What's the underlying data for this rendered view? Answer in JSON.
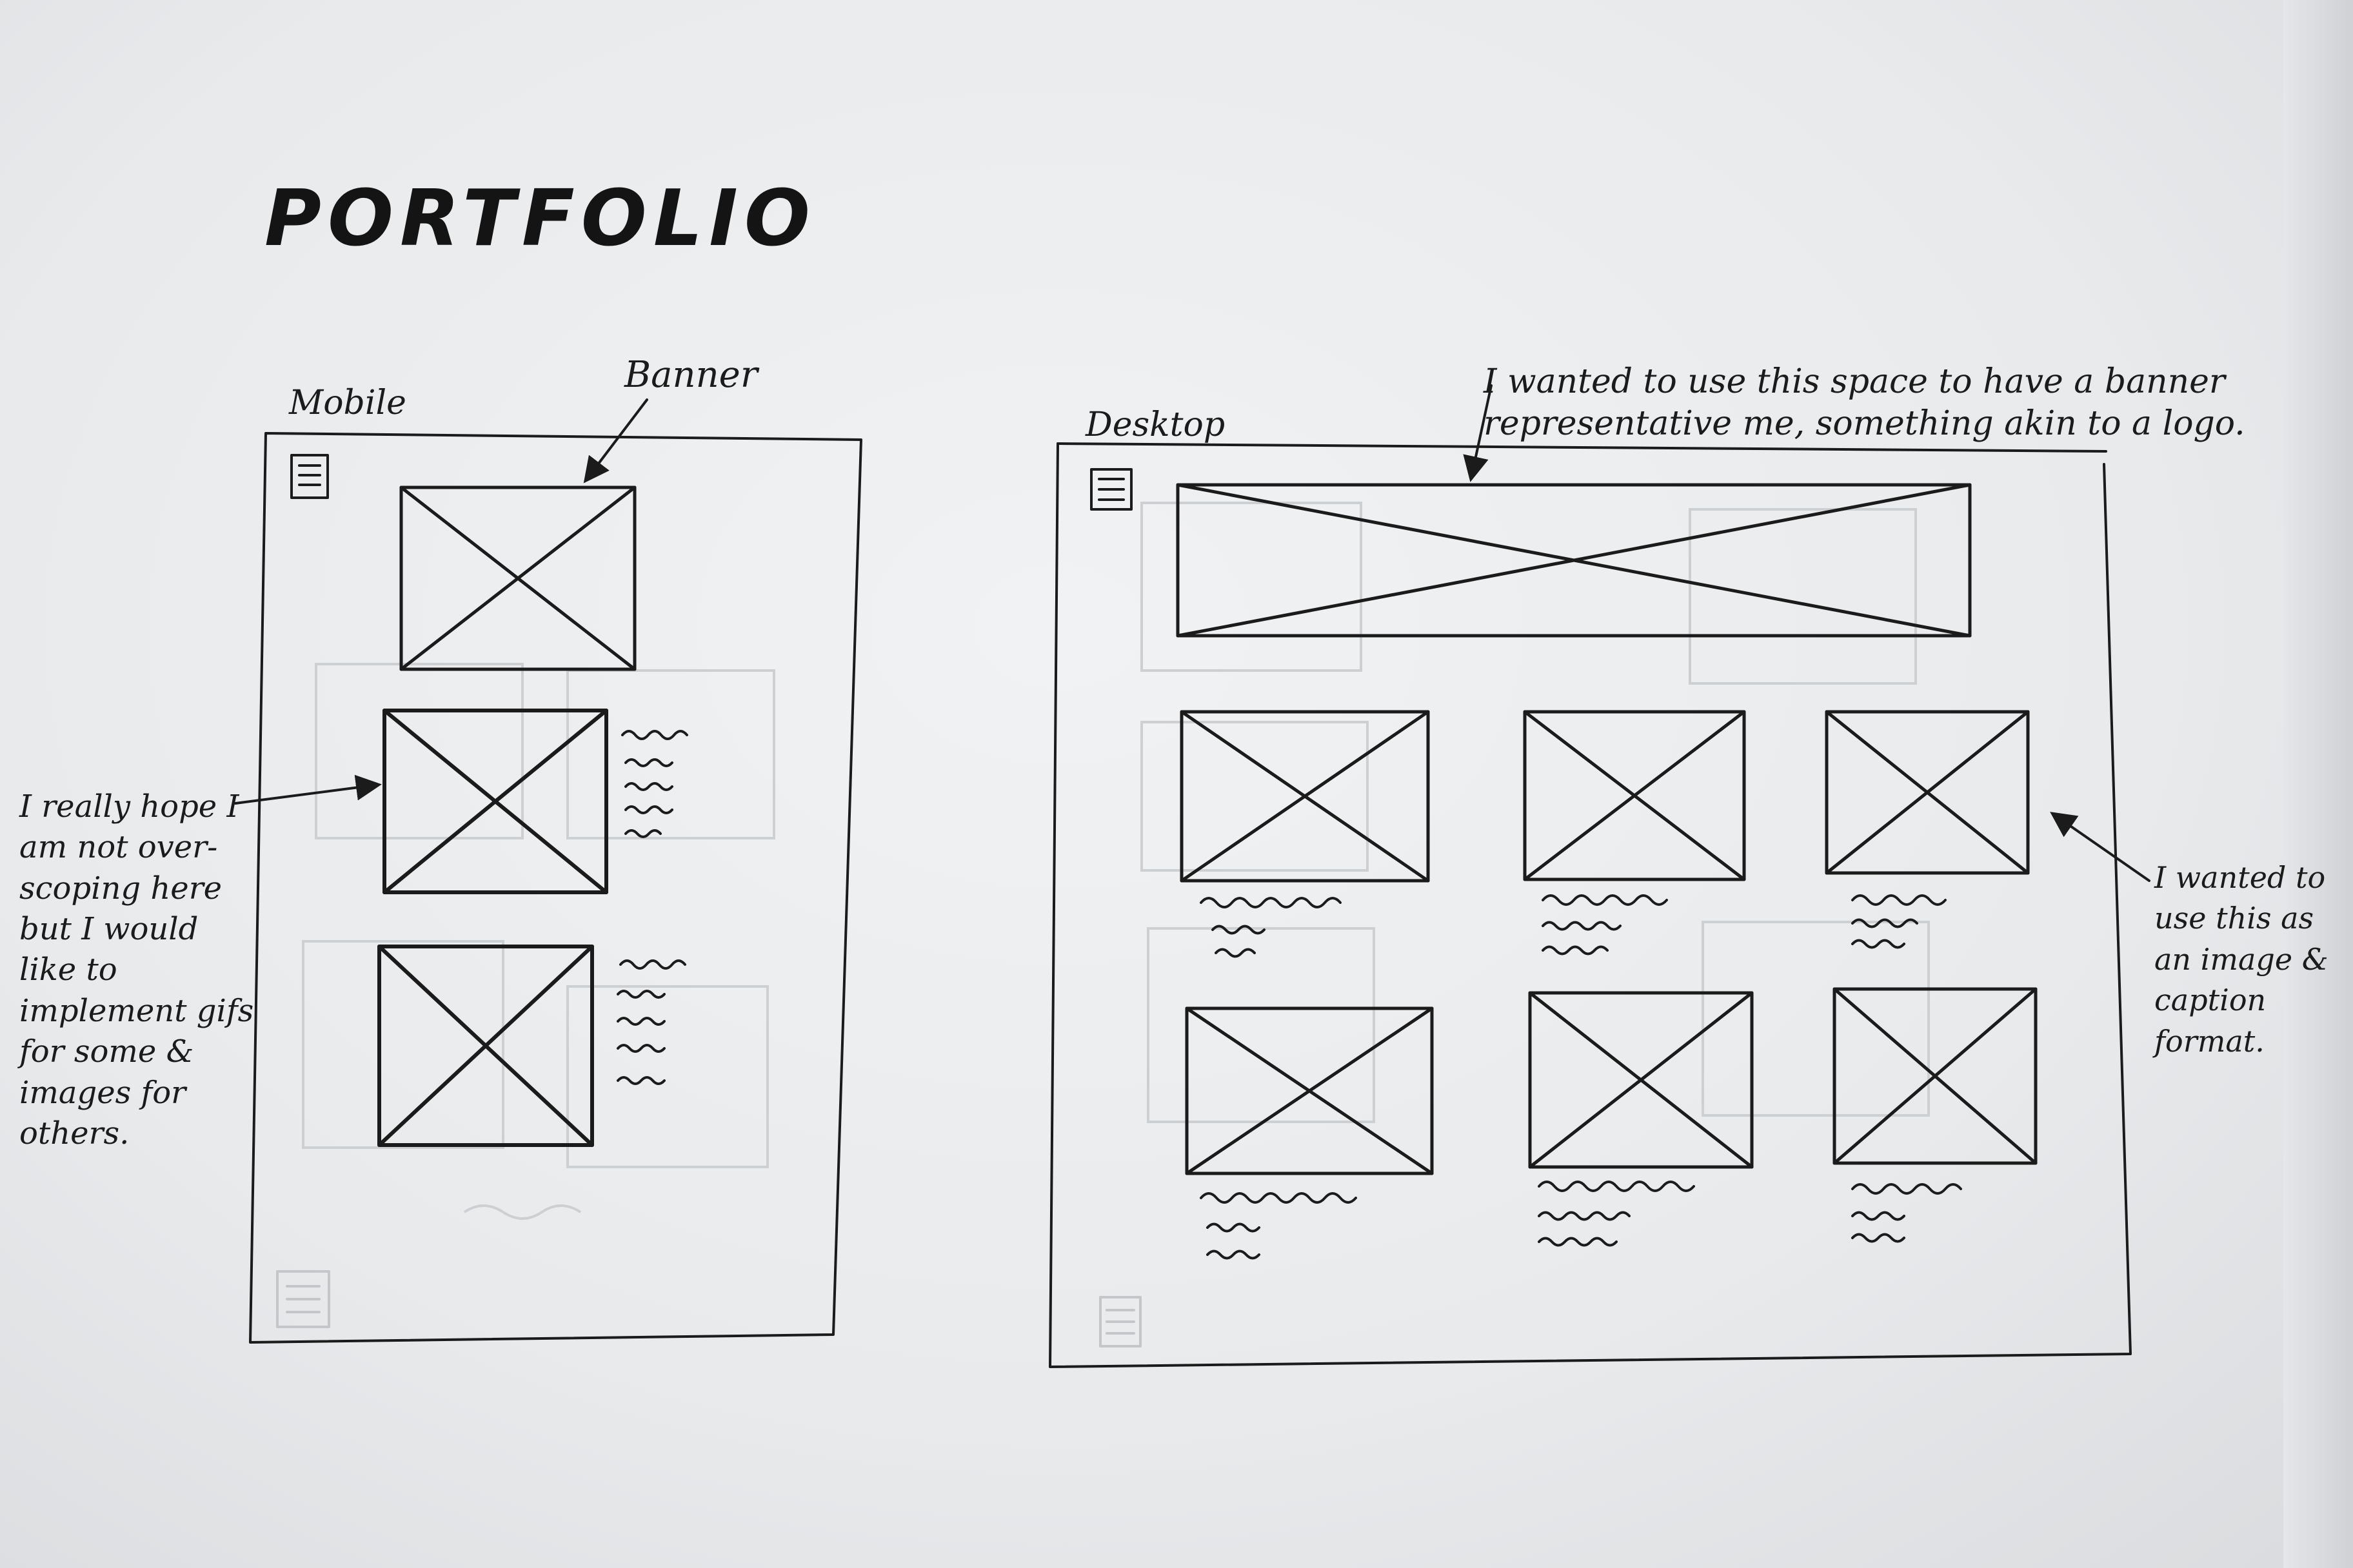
{
  "title": "PORTFOLIO",
  "mobile": {
    "label": "Mobile",
    "banner_label": "Banner",
    "note": "I really hope I am not over-scoping here but I would like to implement gifs for some & images for others.",
    "menu_icon": "document-menu-icon",
    "items": [
      {
        "kind": "banner-image"
      },
      {
        "kind": "image-with-caption"
      },
      {
        "kind": "image-with-caption"
      }
    ]
  },
  "desktop": {
    "label": "Desktop",
    "banner_note": "I wanted to use this space to have a banner representative me, something akin to a logo.",
    "caption_note": "I wanted to use this as an image & caption format.",
    "menu_icon": "document-menu-icon",
    "grid": {
      "rows": 2,
      "columns": 3
    }
  },
  "colors": {
    "ink": "#1b1b1b",
    "paper": "#eceef0",
    "ghost": "#c9cbce"
  }
}
